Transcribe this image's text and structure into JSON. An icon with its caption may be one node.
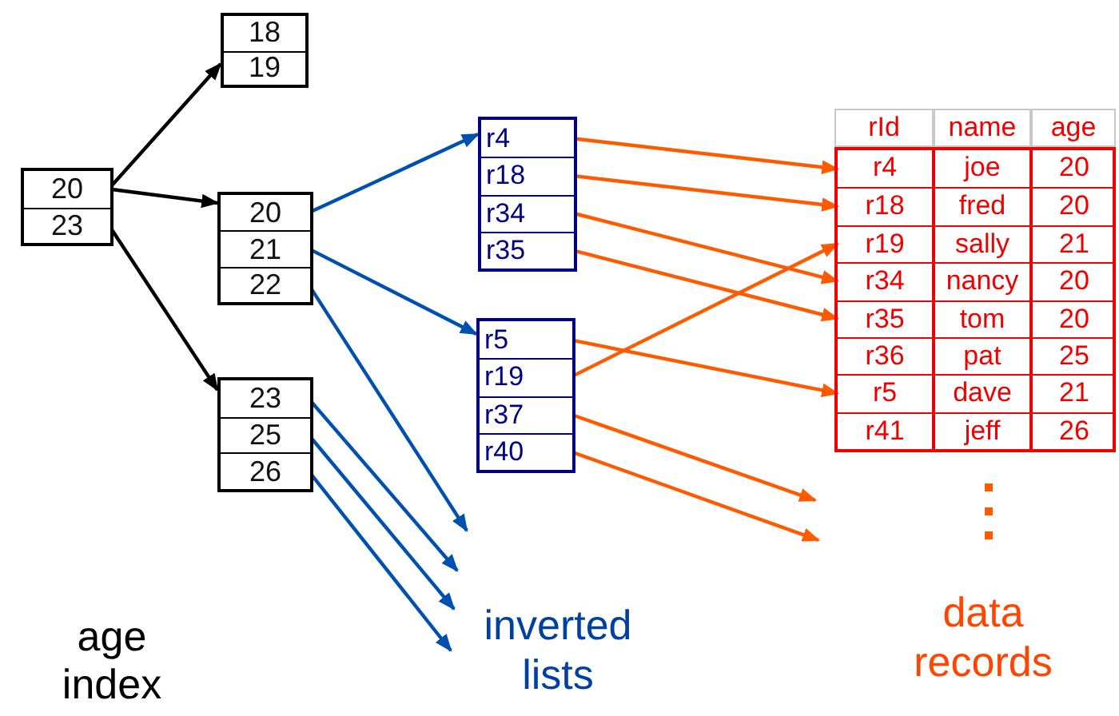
{
  "diagram": {
    "nodes": [
      {
        "text": [],
        "shape": "box"
      },
      {
        "text": [
          "20"
        ],
        "in": 0
      },
      {
        "text": [
          "23"
        ],
        "in": 0
      },
      {
        "text": [],
        "shape": "box"
      },
      {
        "text": [
          "18"
        ],
        "in": 3
      },
      {
        "text": [
          "19"
        ],
        "in": 3
      },
      {
        "text": [],
        "shape": "box"
      },
      {
        "text": [
          "20"
        ],
        "in": 6
      },
      {
        "text": [
          "21"
        ],
        "in": 6
      },
      {
        "text": [
          "22"
        ],
        "in": 6
      },
      {
        "text": [],
        "shape": "box"
      },
      {
        "text": [
          "23"
        ],
        "in": 10
      },
      {
        "text": [
          "25"
        ],
        "in": 10
      },
      {
        "text": [
          "26"
        ],
        "in": 10
      },
      {
        "text": [],
        "shape": "box"
      },
      {
        "text": [
          "r4"
        ],
        "in": 14
      },
      {
        "text": [
          "r18"
        ],
        "in": 14
      },
      {
        "text": [
          "r34"
        ],
        "in": 14
      },
      {
        "text": [
          "r35"
        ],
        "in": 14
      },
      {
        "text": [],
        "shape": "box"
      },
      {
        "text": [
          "r5"
        ],
        "in": 19
      },
      {
        "text": [
          "r19"
        ],
        "in": 19
      },
      {
        "text": [
          "r37"
        ],
        "in": 19
      },
      {
        "text": [
          "r40"
        ],
        "in": 19
      },
      {
        "text": [],
        "shape": "box"
      },
      {
        "text": [
          "r4",
          "joe",
          "20"
        ],
        "in": 24
      },
      {
        "text": [
          "r18",
          "fred",
          "20"
        ],
        "in": 24
      },
      {
        "text": [
          "r19",
          "sally",
          "21"
        ],
        "in": 24
      },
      {
        "text": [
          "r34",
          "nancy",
          "20"
        ],
        "in": 24
      },
      {
        "text": [
          "r35",
          "tom",
          "20"
        ],
        "in": 24
      },
      {
        "text": [
          "r36",
          "pat",
          "25"
        ],
        "in": 24
      },
      {
        "text": [
          "r5",
          "dave",
          "21"
        ],
        "in": 24
      },
      {
        "text": [
          "r41",
          "jeff",
          "26"
        ],
        "in": 24
      }
    ],
    "edges": [
      {
        "from": 1,
        "to": 3,
        "arrow": "to",
        "color": "#000000"
      },
      {
        "from": 1,
        "to": 6,
        "arrow": "to",
        "color": "#000000"
      },
      {
        "from": 2,
        "to": 10,
        "arrow": "to",
        "color": "#000000"
      },
      {
        "from": 7,
        "to": 14,
        "arrow": "to",
        "color": "#0050b0"
      },
      {
        "from": 8,
        "to": 19,
        "arrow": "to",
        "color": "#0050b0"
      },
      {
        "from": 9,
        "to": null,
        "arrow": "to",
        "color": "#0050b0"
      },
      {
        "from": 11,
        "to": null,
        "arrow": "to",
        "color": "#0050b0"
      },
      {
        "from": 12,
        "to": null,
        "arrow": "to",
        "color": "#0050b0"
      },
      {
        "from": 13,
        "to": null,
        "arrow": "to",
        "color": "#0050b0"
      },
      {
        "from": 15,
        "to": 25,
        "arrow": "to"
      },
      {
        "from": 16,
        "to": 26,
        "arrow": "to"
      },
      {
        "from": 21,
        "to": 27,
        "arrow": "to"
      },
      {
        "from": 17,
        "to": 28,
        "arrow": "to"
      },
      {
        "from": 18,
        "to": 29,
        "arrow": "to"
      },
      {
        "from": 20,
        "to": 31,
        "arrow": "to"
      },
      {
        "from": 22,
        "to": null,
        "arrow": "to"
      },
      {
        "from": 23,
        "to": null,
        "arrow": "to"
      }
    ],
    "labels": [
      "rId",
      "name",
      "age",
      "age index",
      "inverted lists",
      "data records"
    ]
  }
}
